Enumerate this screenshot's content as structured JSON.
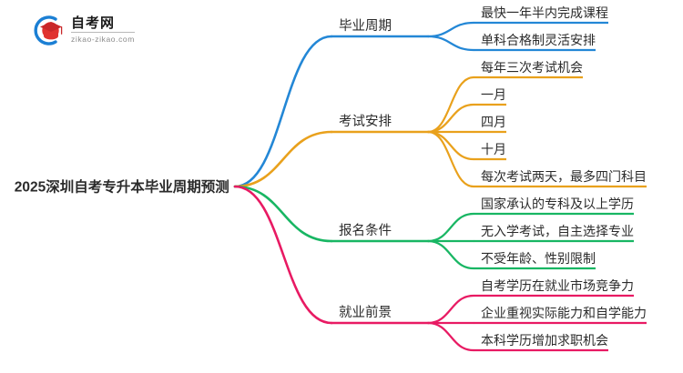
{
  "logo": {
    "title": "自考网",
    "domain": "zikao-zikao.com",
    "mark_icon": "graduation-cap-icon"
  },
  "mindmap": {
    "root": {
      "label": "2025深圳自考专升本毕业周期预测"
    },
    "branches": [
      {
        "label": "毕业周期",
        "color": "#2387d6",
        "leaves": [
          "最快一年半内完成课程",
          "单科合格制灵活安排"
        ]
      },
      {
        "label": "考试安排",
        "color": "#e9a11c",
        "leaves": [
          "每年三次考试机会",
          "一月",
          "四月",
          "十月",
          "每次考试两天，最多四门科目"
        ]
      },
      {
        "label": "报名条件",
        "color": "#18b663",
        "leaves": [
          "国家承认的专科及以上学历",
          "无入学考试，自主选择专业",
          "不受年龄、性别限制"
        ]
      },
      {
        "label": "就业前景",
        "color": "#e81a63",
        "leaves": [
          "自考学历在就业市场竞争力",
          "企业重视实际能力和自学能力",
          "本科学历增加求职机会"
        ]
      }
    ]
  }
}
